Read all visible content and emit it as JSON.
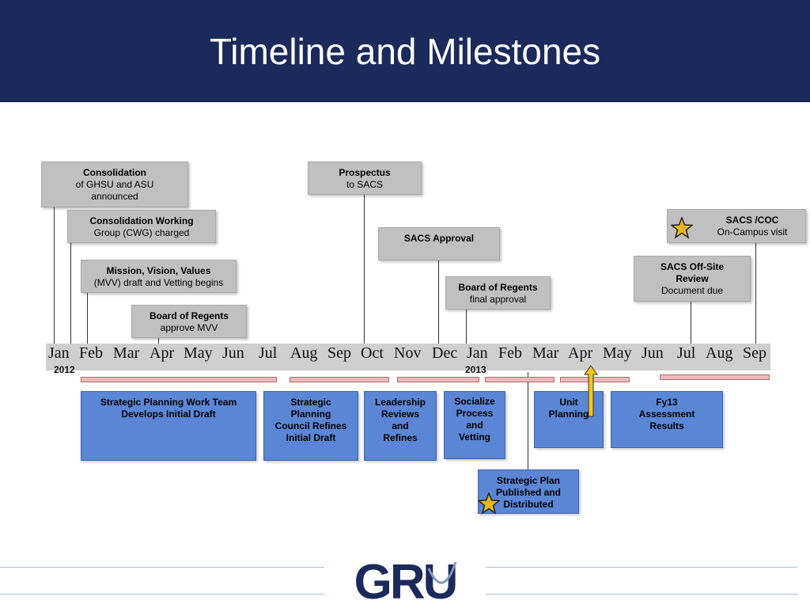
{
  "header": {
    "title": "Timeline and Milestones"
  },
  "milestones": {
    "consolidation": {
      "title": "Consolidation",
      "line1": "of GHSU and ASU",
      "line2": "announced"
    },
    "cwg": {
      "title": "Consolidation Working",
      "line1": "Group (CWG) charged"
    },
    "mvv": {
      "title": "Mission, Vision, Values",
      "line1": "(MVV) draft and Vetting begins"
    },
    "bor_mvv": {
      "title": "Board of Regents",
      "line1": "approve MVV"
    },
    "prospectus": {
      "title": "Prospectus",
      "line1": "to SACS"
    },
    "sacs_approval": {
      "title": "SACS Approval"
    },
    "bor_final": {
      "title": "Board of Regents",
      "line1": "final approval"
    },
    "sacs_offsite": {
      "title": "SACS Off-Site",
      "title2": "Review",
      "line1": "Document due"
    },
    "sacs_coc": {
      "title": "SACS /COC",
      "line1": "On-Campus visit"
    }
  },
  "timeline": {
    "months": [
      "Jan",
      "Feb",
      "Mar",
      "Apr",
      "May",
      "Jun",
      "Jul",
      "Aug",
      "Sep",
      "Oct",
      "Nov",
      "Dec",
      "Jan",
      "Feb",
      "Mar",
      "Apr",
      "May",
      "Jun",
      "Jul",
      "Aug",
      "Sep"
    ],
    "year1": "2012",
    "year2": "2013"
  },
  "phases": {
    "p1": {
      "l1": "Strategic Planning Work Team",
      "l2": "Develops Initial Draft"
    },
    "p2": {
      "l1": "Strategic",
      "l2": "Planning",
      "l3": "Council  Refines",
      "l4": "Initial Draft"
    },
    "p3": {
      "l1": "Leadership",
      "l2": "Reviews",
      "l3": "and",
      "l4": "Refines"
    },
    "p4": {
      "l1": "Socialize",
      "l2": "Process",
      "l3": "and",
      "l4": "Vetting"
    },
    "p5": {
      "l1": "Unit",
      "l2": "Planning"
    },
    "p6": {
      "l1": "Fy13",
      "l2": "Assessment",
      "l3": "Results"
    },
    "p7": {
      "l1": "Strategic Plan",
      "l2": "Published and",
      "l3": "Distributed"
    }
  },
  "logo": {
    "text": "GRU"
  },
  "colors": {
    "header": "#1b2a5a",
    "milestone": "#c0c0c0",
    "phase": "#5b86d6",
    "bar": "#f2b8b8",
    "star": "#e8b820",
    "arrow": "#f5c518"
  }
}
